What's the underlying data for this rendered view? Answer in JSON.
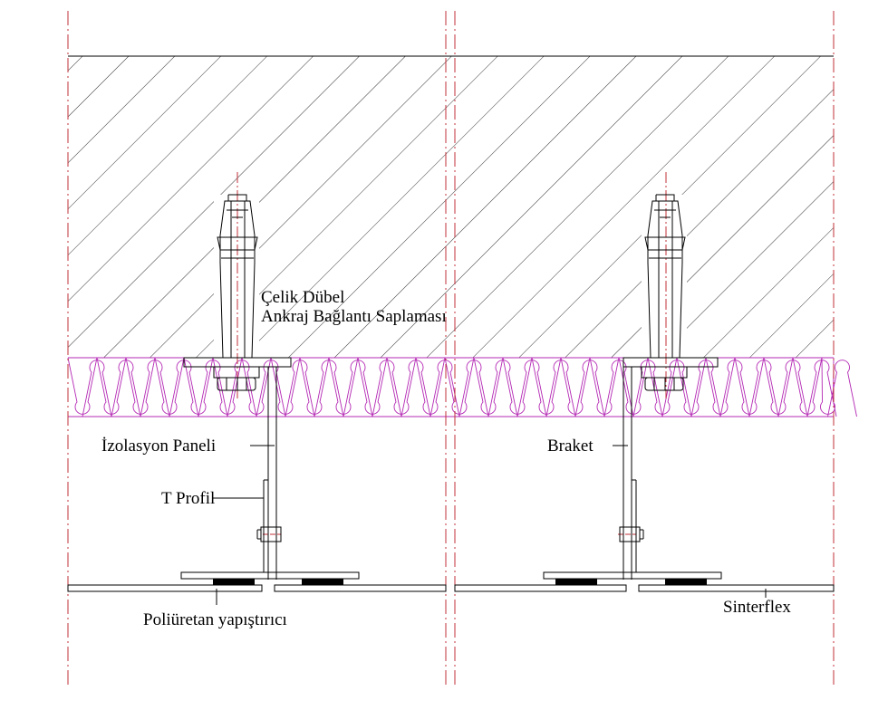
{
  "title": "",
  "labels": {
    "celik_dubel": "Çelik Dübel",
    "ankraj": "Ankraj Bağlantı Saplaması",
    "izolasyon": "İzolasyon Paneli",
    "t_profil": "T Profil",
    "poliuretan": "Poliüretan yapıştırıcı",
    "braket": "Braket",
    "sinterflex": "Sinterflex"
  },
  "colors": {
    "centerline": "#c0303a",
    "insulation": "#b428b4",
    "line": "#000000",
    "adhesive": "#000000"
  }
}
